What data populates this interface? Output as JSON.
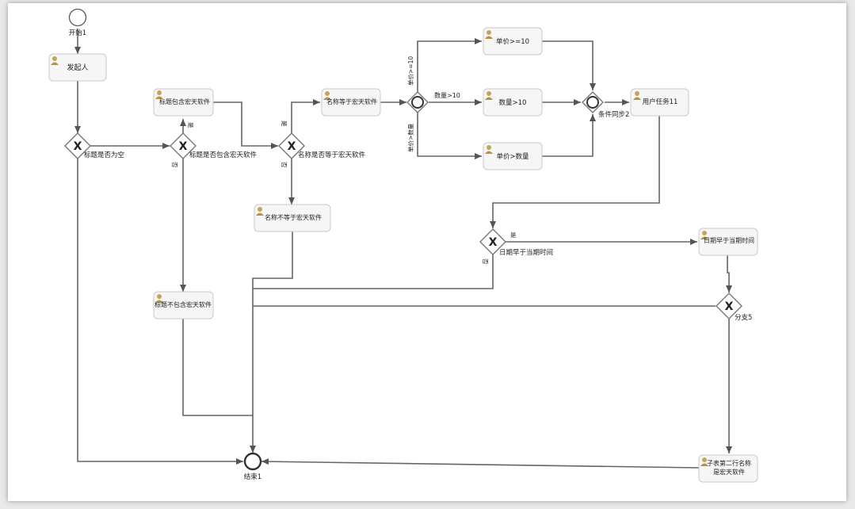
{
  "events": {
    "start": "开始1",
    "end": "结束1"
  },
  "tasks": {
    "initiator": "发起人",
    "title_contains": "标题包含宏天软件",
    "title_not_contains": "标题不包含宏天软件",
    "name_equals": "名称等于宏天软件",
    "name_not_equals": "名称不等于宏天软件",
    "price_ge_10": "单价>=10",
    "qty_gt_10": "数量>10",
    "price_gt_qty": "单价>数量",
    "user_task_11": "用户任务11",
    "date_earlier": "日期早于当期时间",
    "subtable_line1": "子表第二行名称",
    "subtable_line2": "是宏天软件"
  },
  "gateways": {
    "title_empty": "标题是否为空",
    "title_contains_q": "标题是否包含宏天软件",
    "name_equals_q": "名称是否等于宏天软件",
    "date_earlier_q": "日期早于当期时间",
    "branch5": "分支5",
    "sync2": "条件同步2"
  },
  "flows": {
    "yes": "是",
    "no": "否",
    "price_ge_10": "单价>=10",
    "qty_gt_10": "数量>10",
    "price_gt_qty": "单价>数量"
  },
  "icons": {
    "task": "user-icon",
    "exclusive_gateway": "x-icon",
    "inclusive_gateway": "circle-icon"
  },
  "colors": {
    "flow": "#666666",
    "task_fill": "#f6f6f6",
    "task_border": "#c9c9c9",
    "user_icon": "#c8a45a"
  }
}
